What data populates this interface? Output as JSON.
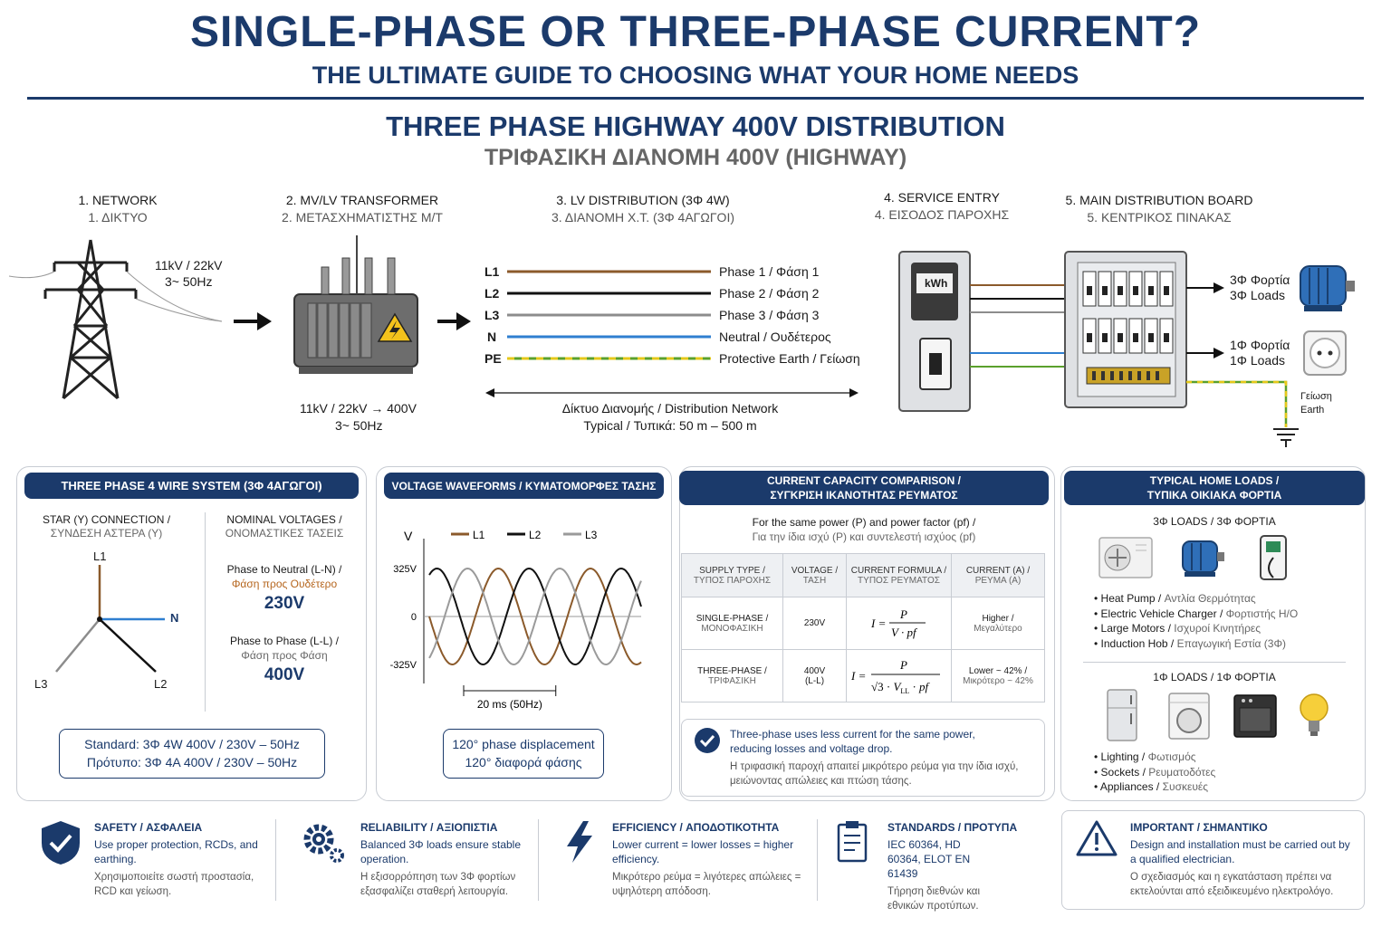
{
  "header": {
    "title": "SINGLE-PHASE OR THREE-PHASE CURRENT?",
    "subtitle": "THE ULTIMATE GUIDE TO CHOOSING WHAT YOUR HOME NEEDS"
  },
  "section": {
    "title": "THREE PHASE HIGHWAY 400V DISTRIBUTION",
    "subtitle": "ΤΡΙΦΑΣΙΚΗ ΔΙΑΝΟΜΗ 400V (HIGHWAY)"
  },
  "steps": [
    {
      "en": "1. NETWORK",
      "gr": "1. ΔΙΚΤΥΟ"
    },
    {
      "en": "2. MV/LV TRANSFORMER",
      "gr": "2. ΜΕΤΑΣΧΗΜΑΤΙΣΤΗΣ Μ/Τ"
    },
    {
      "en": "3. LV DISTRIBUTION (3Φ 4W)",
      "gr": "3. ΔΙΑΝΟΜΗ Χ.Τ. (3Φ 4ΑΓΩΓΟΙ)"
    },
    {
      "en": "4. SERVICE ENTRY",
      "gr": "4. ΕΙΣΟΔΟΣ ΠΑΡΟΧΗΣ"
    },
    {
      "en": "5. MAIN DISTRIBUTION BOARD",
      "gr": "5. ΚΕΝΤΡΙΚΟΣ ΠΙΝΑΚΑΣ"
    }
  ],
  "network": {
    "voltage": "11kV / 22kV",
    "freq": "3~ 50Hz"
  },
  "transformer": {
    "conversion": "11kV / 22kV  →  400V",
    "freq": "3~ 50Hz"
  },
  "conductors": [
    {
      "code": "L1",
      "label": "Phase 1 / Φάση 1",
      "color": "#8b5a2b"
    },
    {
      "code": "L2",
      "label": "Phase 2 / Φάση 2",
      "color": "#111111"
    },
    {
      "code": "L3",
      "label": "Phase 3 / Φάση 3",
      "color": "#8c8c8c"
    },
    {
      "code": "N",
      "label": "Neutral / Ουδέτερος",
      "color": "#2f7fd0"
    },
    {
      "code": "PE",
      "label": "Protective Earth / Γείωση",
      "color": "#5aa02c"
    }
  ],
  "distribution": {
    "label": "Δίκτυο Διανομής / Distribution Network",
    "length": "Typical / Τυπικά: 50 m – 500 m"
  },
  "meter": {
    "label": "kWh"
  },
  "board_outputs": {
    "three_phase": {
      "gr": "3Φ Φορτία",
      "en": "3Φ Loads"
    },
    "single_phase": {
      "gr": "1Φ Φορτία",
      "en": "1Φ Loads"
    },
    "earth": {
      "line1": "Γείωση",
      "line2": "Earth"
    }
  },
  "panel_system": {
    "title": "THREE PHASE 4 WIRE SYSTEM (3Φ 4ΑΓΩΓΟΙ)",
    "star_title_en": "STAR (Y) CONNECTION /",
    "star_title_gr": "ΣΥΝΔΕΣΗ ΑΣΤΕΡΑ (Y)",
    "star_labels": {
      "l1": "L1",
      "l2": "L2",
      "l3": "L3",
      "n": "N"
    },
    "nominal_en": "NOMINAL VOLTAGES /",
    "nominal_gr": "ΟΝΟΜΑΣΤΙΚΕΣ ΤΑΣΕΙΣ",
    "ln_en": "Phase to Neutral (L-N) /",
    "ln_gr": "Φάση προς Ουδέτερο",
    "ln_value": "230V",
    "ll_en": "Phase to Phase (L-L) /",
    "ll_gr": "Φάση προς Φάση",
    "ll_value": "400V",
    "standard_en": "Standard: 3Φ 4W 400V / 230V – 50Hz",
    "standard_gr": "Πρότυπο: 3Φ 4Α 400V / 230V – 50Hz"
  },
  "panel_waveforms": {
    "title": "VOLTAGE WAVEFORMS / ΚΥΜΑΤΟΜΟΡΦΕΣ ΤΑΣΗΣ",
    "y_axis_label": "V",
    "y_ticks": [
      "325V",
      "0",
      "-325V"
    ],
    "legend": [
      "L1",
      "L2",
      "L3"
    ],
    "period_label": "20 ms (50Hz)",
    "note_en": "120° phase displacement",
    "note_gr": "120° διαφορά φάσης"
  },
  "chart_data": {
    "type": "line",
    "ylabel": "V",
    "ylim": [
      -325,
      325
    ],
    "amplitude": 325,
    "period_ms": 20,
    "series": [
      {
        "name": "L1",
        "phase_deg": 0,
        "color": "#8b5a2b"
      },
      {
        "name": "L2",
        "phase_deg": -120,
        "color": "#111111"
      },
      {
        "name": "L3",
        "phase_deg": 120,
        "color": "#9a9a9a"
      }
    ]
  },
  "panel_capacity": {
    "title_en": "CURRENT CAPACITY COMPARISON /",
    "title_gr": "ΣΥΓΚΡΙΣΗ ΙΚΑΝΟΤΗΤΑΣ ΡΕΥΜΑΤΟΣ",
    "intro_en": "For the same power (P) and power factor (pf) /",
    "intro_gr": "Για την ίδια ισχύ (P) και συντελεστή ισχύος (pf)",
    "headers": [
      {
        "en": "SUPPLY TYPE /",
        "gr": "ΤΥΠΟΣ ΠΑΡΟΧΗΣ"
      },
      {
        "en": "VOLTAGE /",
        "gr": "ΤΑΣΗ"
      },
      {
        "en": "CURRENT FORMULA /",
        "gr": "ΤΥΠΟΣ ΡΕΥΜΑΤΟΣ"
      },
      {
        "en": "CURRENT (A) /",
        "gr": "ΡΕΥΜΑ (A)"
      }
    ],
    "rows": [
      {
        "type_en": "SINGLE-PHASE /",
        "type_gr": "ΜΟΝΟΦΑΣΙΚΗ",
        "voltage": "230V",
        "voltage2": "",
        "current_en": "Higher /",
        "current_gr": "Μεγαλύτερο"
      },
      {
        "type_en": "THREE-PHASE /",
        "type_gr": "ΤΡΙΦΑΣΙΚΗ",
        "voltage": "400V",
        "voltage2": "(L-L)",
        "current_en": "Lower ~ 42% /",
        "current_gr": "Μικρότερο ~ 42%"
      }
    ],
    "note_en": "Three-phase uses less current for the same power, reducing losses and voltage drop.",
    "note_gr": "Η τριφασική παροχή απαιτεί μικρότερο ρεύμα για την ίδια ισχύ, μειώνοντας απώλειες και πτώση τάσης."
  },
  "panel_loads": {
    "title_en": "TYPICAL HOME LOADS /",
    "title_gr": "ΤΥΠΙΚΑ ΟΙΚΙΑΚΑ ΦΟΡΤΙΑ",
    "three_phase_title": "3Φ LOADS / 3Φ ΦΟΡΤΙΑ",
    "three_phase_items": [
      {
        "en": "Heat Pump / ",
        "gr": "Αντλία Θερμότητας"
      },
      {
        "en": "Electric Vehicle Charger / ",
        "gr": "Φορτιστής Η/Ο"
      },
      {
        "en": "Large Motors / ",
        "gr": "Ισχυροί Κινητήρες"
      },
      {
        "en": "Induction Hob / ",
        "gr": "Επαγωγική Εστία (3Φ)"
      }
    ],
    "single_phase_title": "1Φ LOADS / 1Φ ΦΟΡΤΙΑ",
    "single_phase_items": [
      {
        "en": "Lighting / ",
        "gr": "Φωτισμός"
      },
      {
        "en": "Sockets / ",
        "gr": "Ρευματοδότες"
      },
      {
        "en": "Appliances / ",
        "gr": "Συσκευές"
      }
    ]
  },
  "footer": [
    {
      "icon": "shield-check-icon",
      "title": "SAFETY / ΑΣΦΑΛΕΙΑ",
      "en": "Use proper protection, RCDs, and earthing.",
      "gr": "Χρησιμοποιείτε σωστή προστασία, RCD και γείωση."
    },
    {
      "icon": "gears-icon",
      "title": "RELIABILITY / ΑΞΙΟΠΙΣΤΙΑ",
      "en": "Balanced 3Φ loads ensure stable operation.",
      "gr": "Η εξισορρόπηση των 3Φ φορτίων εξασφαλίζει σταθερή λειτουργία."
    },
    {
      "icon": "lightning-icon",
      "title": "EFFICIENCY / ΑΠΟΔΟΤΙΚΟΤΗΤΑ",
      "en": "Lower current = lower losses = higher efficiency.",
      "gr": "Μικρότερο ρεύμα = λιγότερες απώλειες = υψηλότερη απόδοση."
    },
    {
      "icon": "document-icon",
      "title": "STANDARDS / ΠΡΟΤΥΠΑ",
      "en": "IEC 60364, HD 60364, ELOT EN 61439",
      "gr": "Τήρηση διεθνών και εθνικών προτύπων."
    },
    {
      "icon": "warning-icon",
      "title": "IMPORTANT / ΣΗΜΑΝΤΙΚΟ",
      "en": "Design and installation must be carried out by a qualified electrician.",
      "gr": "Ο σχεδιασμός και η εγκατάσταση πρέπει να εκτελούνται από εξειδικευμένο ηλεκτρολόγο."
    }
  ]
}
